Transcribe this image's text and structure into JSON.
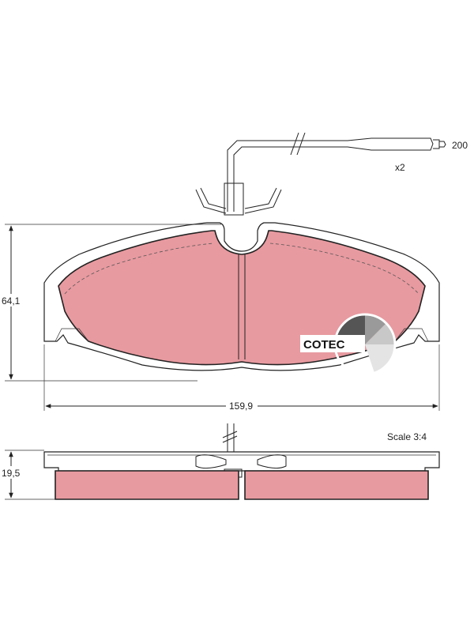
{
  "dimensions": {
    "height": "64,1",
    "width": "159,9",
    "thickness": "19,5"
  },
  "wear_sensor": {
    "length": "200",
    "quantity": "x2"
  },
  "scale": "Scale 3:4",
  "logo": {
    "text": "COTEC"
  },
  "colors": {
    "pad_fill": "#e79aa0",
    "line": "#222222"
  }
}
